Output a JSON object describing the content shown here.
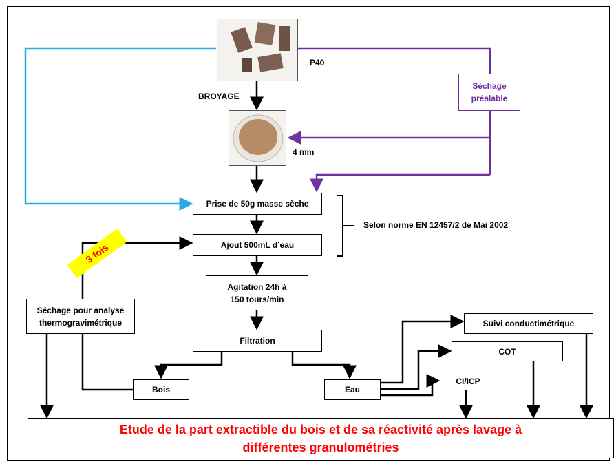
{
  "colors": {
    "blue_line": "#29abe2",
    "purple_line": "#7030a0",
    "final_text": "#ff0000",
    "badge_bg": "#ffff00"
  },
  "top_sample": {
    "name": "P40",
    "step": "BROYAGE",
    "image": "wood-chip-photo"
  },
  "ground_sample": {
    "size": "4 mm",
    "image": "wood-powder-photo"
  },
  "drying": {
    "line1": "Séchage",
    "line2": "préalable"
  },
  "steps": {
    "prise": "Prise de 50g masse sèche",
    "ajout": "Ajout 500mL d’eau",
    "agitation_l1": "Agitation 24h à",
    "agitation_l2": "150 tours/min",
    "filtration": "Filtration",
    "bois": "Bois",
    "eau": "Eau"
  },
  "norm": "Selon norme EN 12457/2 de Mai 2002",
  "repeat_badge": "3 fois",
  "thermo": {
    "line1": "Séchage pour analyse",
    "line2": "thermogravimétrique"
  },
  "analyses": {
    "conductimetrie": "Suivi conductimétrique",
    "cot": "COT",
    "ci_icp": "CI/ICP"
  },
  "final": {
    "line1": "Etude de la part extractible du bois et de sa réactivité après lavage à",
    "line2": "différentes granulométries"
  }
}
